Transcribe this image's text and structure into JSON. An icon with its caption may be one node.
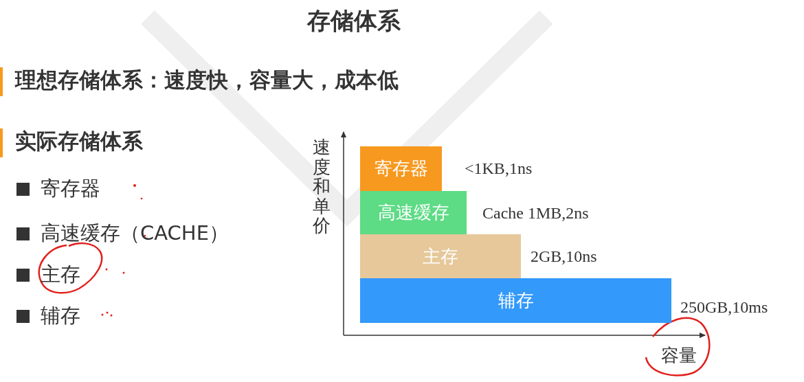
{
  "diagram": {
    "title": "存储体系",
    "nodes": [
      {
        "text": [
          "寄存器"
        ],
        "beside": [
          "<1KB,1ns"
        ]
      },
      {
        "text": [
          "高速缓存"
        ],
        "beside": [
          "Cache 1MB,2ns"
        ]
      },
      {
        "text": [
          "主存"
        ],
        "beside": [
          "2GB,10ns"
        ]
      },
      {
        "text": [
          "辅存"
        ],
        "beside": [
          "250GB,10ms"
        ]
      }
    ],
    "labels": [
      "理想存储体系：速度快，容量大，成本低",
      "实际存储体系",
      "寄存器",
      "高速缓存（CACHE）",
      "主存",
      "辅存",
      "速度和单价",
      "容量"
    ]
  }
}
